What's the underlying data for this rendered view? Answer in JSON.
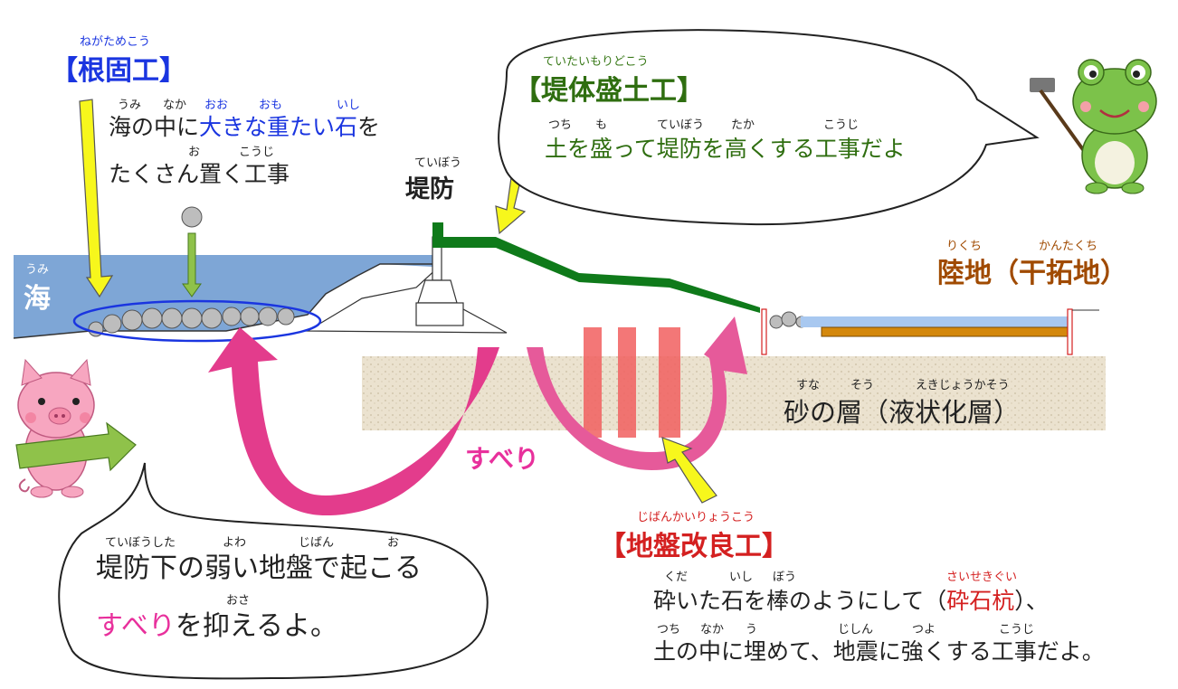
{
  "negatame": {
    "ruby": "ねがためこう",
    "title": "【根固工】",
    "line1_ruby": [
      "うみ",
      "なか",
      "おお",
      "おも",
      "いし"
    ],
    "line1_a": "海の中に",
    "line1_b": "大きな重たい石",
    "line1_c": "を",
    "line2_ruby": [
      "お",
      "こうじ"
    ],
    "line2": "たくさん置く工事"
  },
  "teibo": {
    "ruby": "ていぼう",
    "label": "堤防"
  },
  "teitai": {
    "ruby": "ていたいもりどこう",
    "title": "【堤体盛土工】",
    "ruby2": [
      "つち",
      "も",
      "ていぼう",
      "たか",
      "こうじ"
    ],
    "text": "土を盛って堤防を高くする工事だよ"
  },
  "umi": {
    "ruby": "うみ",
    "label": "海"
  },
  "rikuchi": {
    "ruby": [
      "りくち",
      "かんたくち"
    ],
    "label": "陸地（干拓地）"
  },
  "suna": {
    "ruby": [
      "すな",
      "そう",
      "えきじょうかそう"
    ],
    "label": "砂の層（液状化層）"
  },
  "suberi": "すべり",
  "jiban": {
    "ruby": "じばんかいりょうこう",
    "title": "【地盤改良工】",
    "line1_ruby": [
      "くだ",
      "いし",
      "ぼう",
      "さいせきぐい"
    ],
    "line1_a": "砕いた石を棒のようにして（",
    "line1_b": "砕石杭",
    "line1_c": "）、",
    "line2_ruby": [
      "つち",
      "なか",
      "う",
      "じしん",
      "つよ",
      "こうじ"
    ],
    "line2": "土の中に埋めて、地震に強くする工事だよ。"
  },
  "pig_bubble": {
    "line1_ruby": [
      "ていぼうした",
      "よわ",
      "じばん",
      "お"
    ],
    "line1": "堤防下の弱い地盤で起こる",
    "line2_ruby": [
      "おさ"
    ],
    "line2_a": "すべり",
    "line2_b": "を抑えるよ。"
  },
  "colors": {
    "sea": "#7ea6d6",
    "embankment": "#0f7a1a",
    "arrow_yellow": "#f7f71c",
    "slide_pink": "#e0307f",
    "pile_red": "#f25c5c",
    "sand": "#e6dcc8",
    "field_orange": "#d4880c"
  },
  "icons": [
    "frog-with-hammer",
    "pig-with-arrow",
    "boulder"
  ]
}
